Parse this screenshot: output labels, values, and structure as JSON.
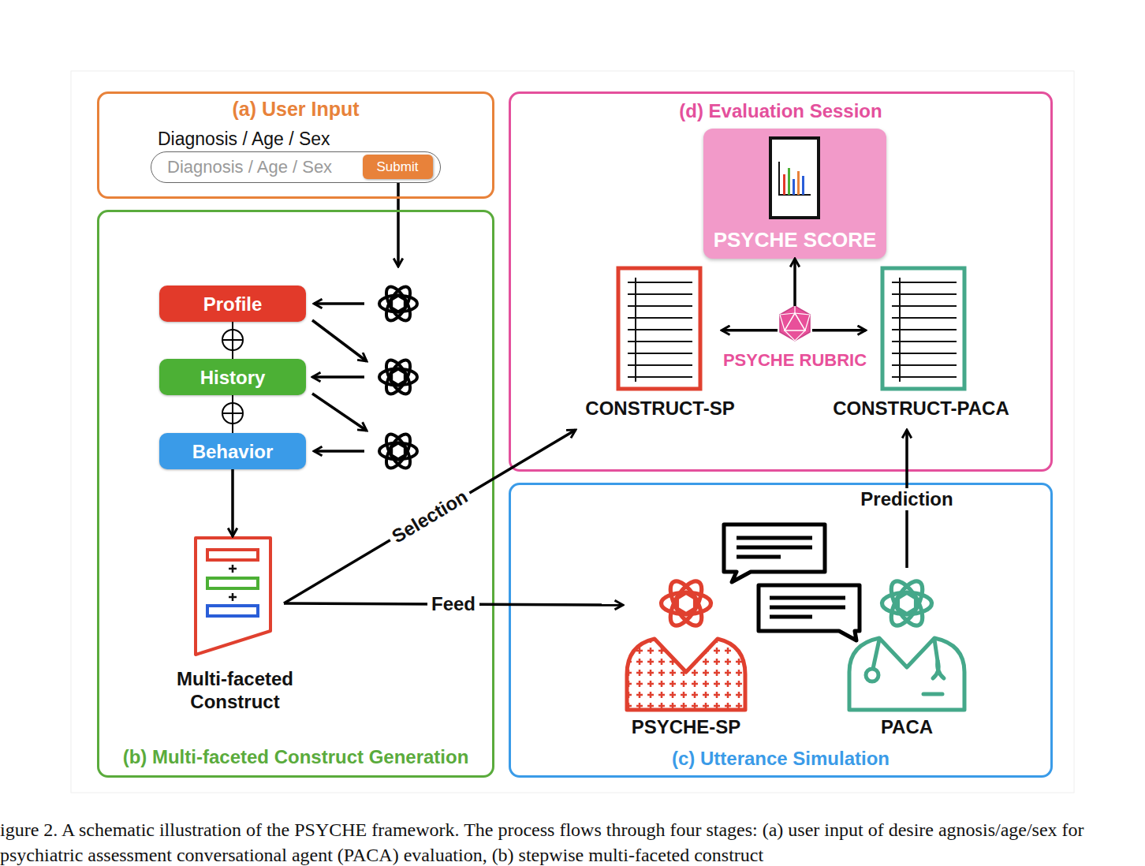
{
  "diagram": {
    "caption": "igure 2. A schematic illustration of the PSYCHE framework. The process flows through four stages: (a) user input of desire agnosis/age/sex for psychiatric assessment conversational agent (PACA) evaluation, (b) stepwise multi-faceted construct",
    "nodes": [
      {
        "text": [
          "(a) User Input",
          "Diagnosis / Age / Sex"
        ]
      },
      {
        "text": [
          "Diagnosis / Age / Sex"
        ],
        "in": 0
      },
      {
        "text": [
          "Submit"
        ],
        "in": 1
      },
      {
        "text": [
          "(b) Multi-faceted Construct Generation"
        ]
      },
      {
        "text": [
          "Profile"
        ],
        "in": 3
      },
      {
        "text": [
          "History"
        ],
        "in": 3
      },
      {
        "text": [
          "Behavior"
        ],
        "in": 3
      },
      {
        "text": [
          "Multi-faceted Construct"
        ],
        "in": 3
      },
      {
        "text": [
          "(d) Evaluation Session"
        ]
      },
      {
        "text": [
          "PSYCHE SCORE"
        ],
        "in": 8
      },
      {
        "text": [
          "CONSTRUCT-SP"
        ],
        "in": 8
      },
      {
        "text": [
          "CONSTRUCT-PACA"
        ],
        "in": 8
      },
      {
        "text": [
          "PSYCHE RUBRIC"
        ],
        "in": 8
      },
      {
        "text": [
          "(c) Utterance Simulation"
        ]
      },
      {
        "text": [
          "PSYCHE-SP"
        ],
        "in": 13
      },
      {
        "text": [
          "PACA"
        ],
        "in": 13
      }
    ],
    "edges": [
      {
        "from": 4,
        "to": 5,
        "arrow": "none"
      },
      {
        "from": 5,
        "to": 6,
        "arrow": "none"
      },
      {
        "from": 6,
        "to": 7,
        "arrow": "to"
      },
      {
        "from": 7,
        "to": 10,
        "label": "Selection",
        "arrow": "to"
      },
      {
        "from": 7,
        "to": 14,
        "label": "Feed",
        "arrow": "to"
      },
      {
        "from": 15,
        "to": 11,
        "label": "Prediction",
        "arrow": "to"
      },
      {
        "from": 12,
        "to": 10,
        "arrow": "to"
      },
      {
        "from": 12,
        "to": 11,
        "arrow": "to"
      },
      {
        "from": 12,
        "to": 9,
        "arrow": "to"
      }
    ]
  }
}
